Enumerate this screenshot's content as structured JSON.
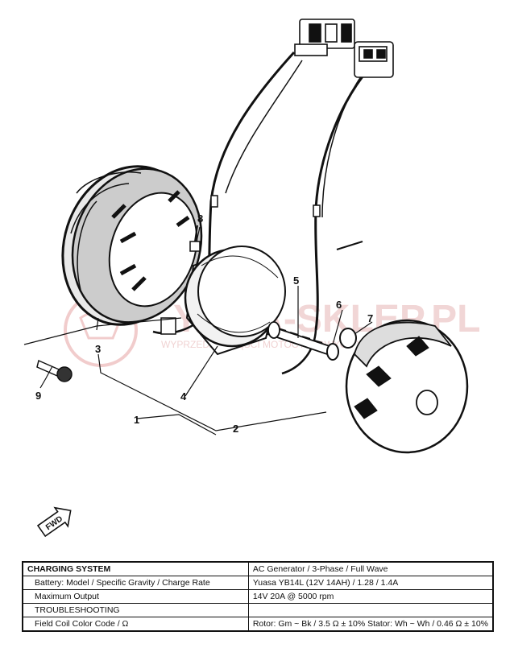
{
  "diagram": {
    "callouts": [
      "1",
      "2",
      "3",
      "4",
      "5",
      "6",
      "7",
      "8",
      "9"
    ],
    "fwd_marker": "FWD",
    "watermark": {
      "brand": "YAMA-SKLEP.PL",
      "tagline": "WYPRZEDAŻ CZĘŚCI MOTOCYKLOWYCH YAMAHA"
    }
  },
  "table": {
    "header": {
      "label": "CHARGING SYSTEM",
      "value": "AC Generator / 3-Phase / Full Wave"
    },
    "rows": [
      {
        "label": "Battery: Model / Specific Gravity / Charge Rate",
        "value": "Yuasa YB14L (12V 14AH) / 1.28 / 1.4A"
      },
      {
        "label": "Maximum Output",
        "value": "14V 20A @ 5000 rpm"
      },
      {
        "label": "TROUBLESHOOTING",
        "value": ""
      },
      {
        "label": "Field Coil Color Code / Ω",
        "value": "Rotor: Gm ~ Bk / 3.5 Ω  ± 10%   Stator: Wh ~ Wh / 0.46 Ω ± 10%"
      }
    ]
  }
}
